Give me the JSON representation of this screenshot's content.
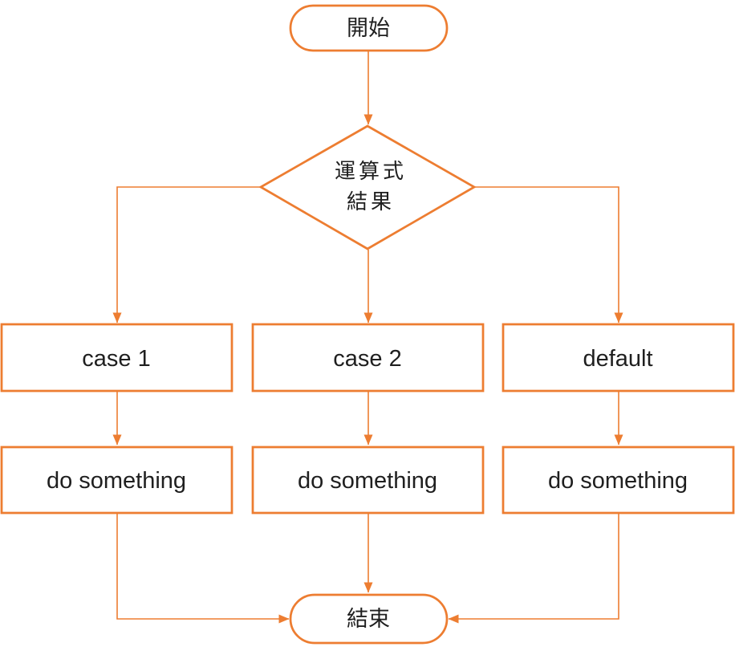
{
  "colors": {
    "accent": "#ED7D31",
    "text": "#1F1F1F",
    "background": "#FFFFFF"
  },
  "flowchart": {
    "start": {
      "label": "開始",
      "shape": "terminator"
    },
    "decision": {
      "line1": "運算式",
      "line2": "結果",
      "shape": "diamond"
    },
    "branches": [
      {
        "case": "case 1",
        "action": "do something"
      },
      {
        "case": "case 2",
        "action": "do something"
      },
      {
        "case": "default",
        "action": "do something"
      }
    ],
    "end": {
      "label": "結束",
      "shape": "terminator"
    }
  }
}
